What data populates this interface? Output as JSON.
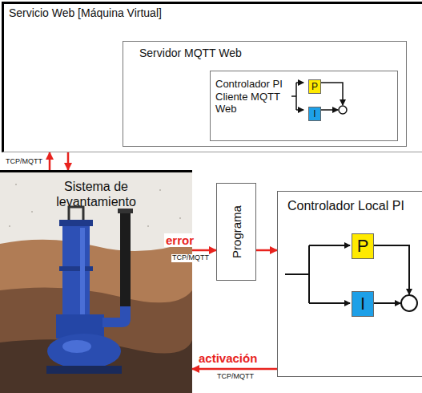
{
  "diagram": {
    "nodes": [
      {
        "text": [
          "Servicio Web [Máquina Virtual]"
        ]
      },
      {
        "text": [
          "Servidor MQTT Web"
        ],
        "in": 0
      },
      {
        "text": [
          "Controlador PI Cliente MQTT Web"
        ],
        "in": 1
      },
      {
        "text": [
          "P"
        ],
        "in": 2
      },
      {
        "text": [
          "I"
        ],
        "in": 2
      },
      {
        "text": [
          "Sistema de levantamiento"
        ]
      },
      {
        "text": [
          "Programa"
        ]
      },
      {
        "text": [
          "Controlador Local PI"
        ]
      },
      {
        "text": [
          "P"
        ],
        "in": 7
      },
      {
        "text": [
          "I"
        ],
        "in": 7
      }
    ],
    "edges": [
      {
        "from": 5,
        "to": 6,
        "arrow": "to",
        "label": "error"
      },
      {
        "from": 6,
        "to": 7,
        "arrow": "to"
      },
      {
        "from": 7,
        "to": 5,
        "arrow": "to",
        "label": "activación"
      },
      {
        "from": 5,
        "to": 0,
        "arrow": "to"
      },
      {
        "from": 0,
        "to": 5,
        "arrow": "to"
      }
    ],
    "labels": [
      "TCP/MQTT",
      "TCP/MQTT",
      "TCP/MQTT"
    ]
  }
}
